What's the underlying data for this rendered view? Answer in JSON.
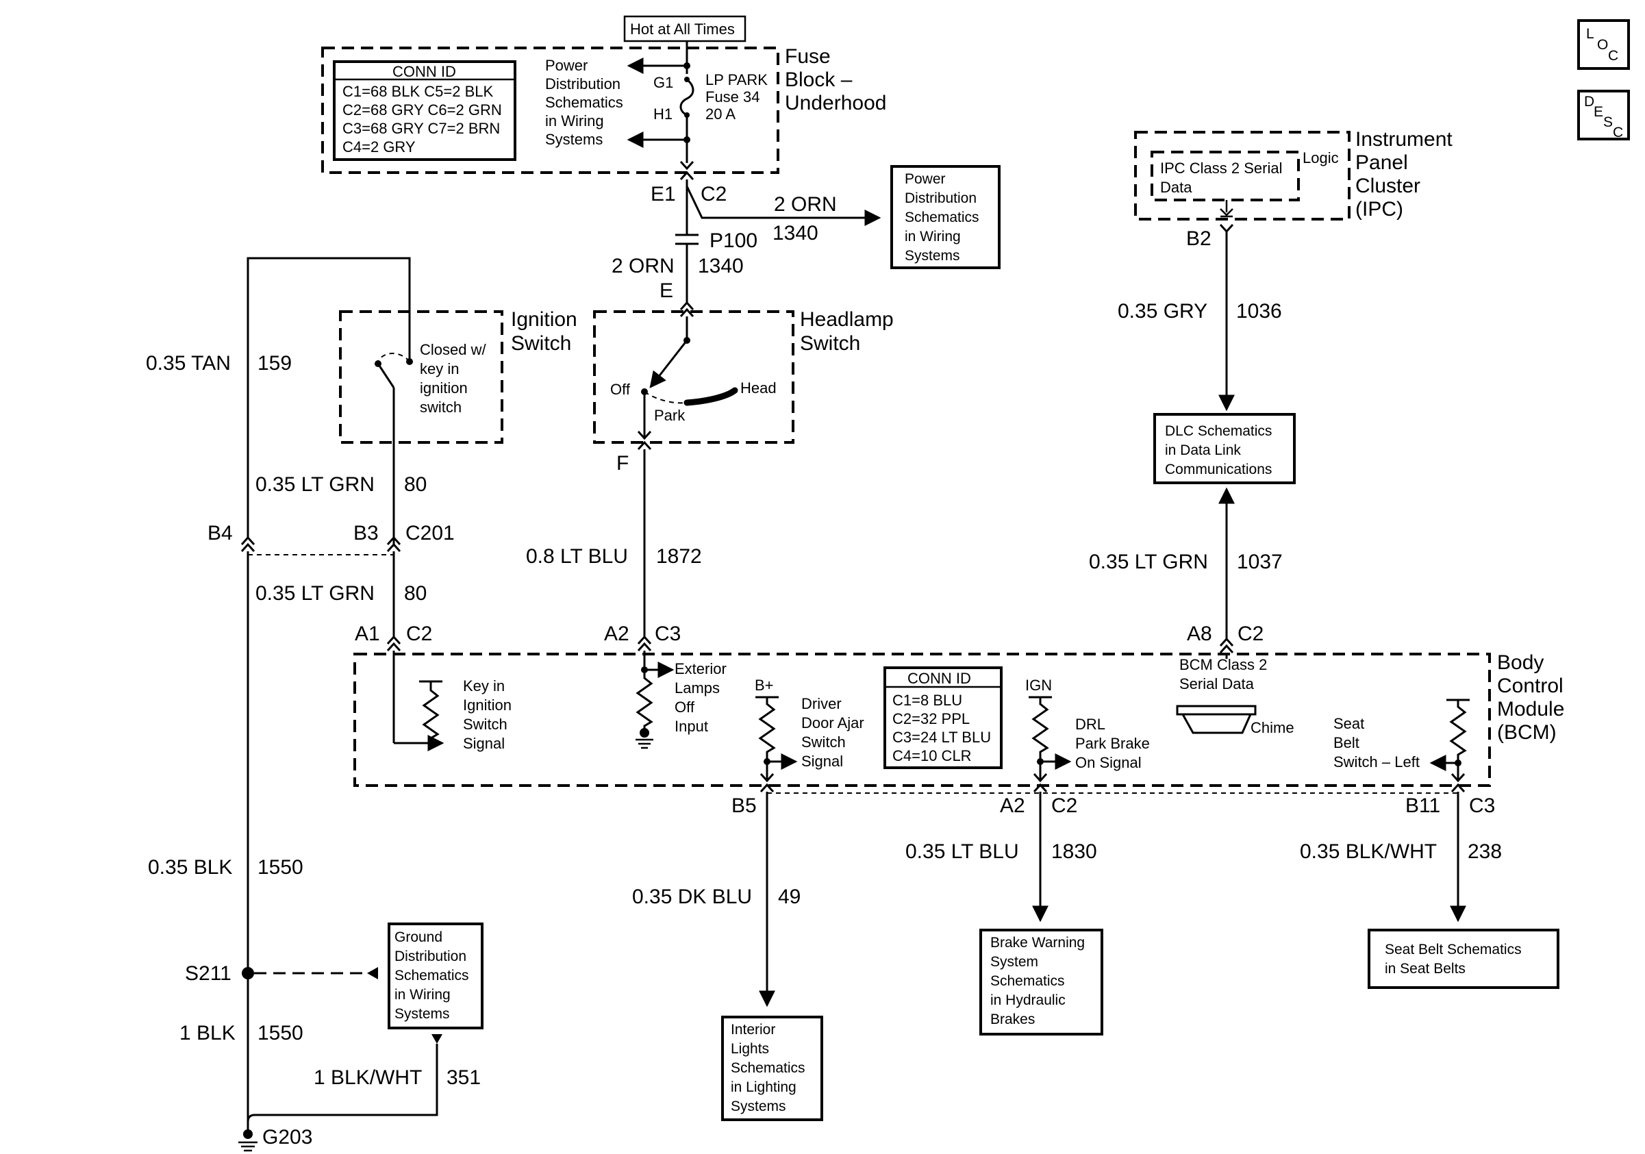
{
  "power": {
    "hot_at_all_times": "Hot at All Times"
  },
  "fuse_block": {
    "title_lines": [
      "Fuse",
      "Block –",
      "Underhood"
    ],
    "conn_id": {
      "header": "CONN ID",
      "rows": [
        "C1=68 BLK   C5=2 BLK",
        "C2=68 GRY  C6=2 GRN",
        "C3=68 GRY  C7=2 BRN",
        "C4=2 GRY"
      ]
    },
    "pds_lines": [
      "Power",
      "Distribution",
      "Schematics",
      "in Wiring",
      "Systems"
    ],
    "terminal_g1": "G1",
    "terminal_h1": "H1",
    "fuse_lines": [
      "LP PARK",
      "Fuse 34",
      "20 A"
    ]
  },
  "connector_e1": "E1",
  "connector_c2_top": "C2",
  "branch_wire": {
    "color": "2 ORN",
    "circuit": "1340"
  },
  "pds_box_right_lines": [
    "Power",
    "Distribution",
    "Schematics",
    "in Wiring",
    "Systems"
  ],
  "p100": "P100",
  "headlamp_feed": {
    "color": "2 ORN",
    "circuit": "1340",
    "pin": "E"
  },
  "ignition_switch": {
    "title_lines": [
      "Ignition",
      "Switch"
    ],
    "note_lines": [
      "Closed w/",
      "key in",
      "ignition",
      "switch"
    ]
  },
  "headlamp_switch": {
    "title_lines": [
      "Headlamp",
      "Switch"
    ],
    "off": "Off",
    "park": "Park",
    "head": "Head",
    "pin_f": "F"
  },
  "wire_tan": {
    "color": "0.35 TAN",
    "circuit": "159"
  },
  "wire_ltgrn_upper": {
    "color": "0.35 LT GRN",
    "circuit": "80"
  },
  "c201": {
    "b4": "B4",
    "b3": "B3",
    "label": "C201"
  },
  "wire_ltgrn_lower": {
    "color": "0.35 LT GRN",
    "circuit": "80"
  },
  "wire_ltblu_1872": {
    "color": "0.8 LT BLU",
    "circuit": "1872"
  },
  "ipc": {
    "title_lines": [
      "Instrument",
      "Panel",
      "Cluster",
      "(IPC)"
    ],
    "logic": "Logic",
    "data_lines": [
      "IPC Class 2 Serial",
      "Data"
    ],
    "pin": "B2"
  },
  "wire_gry": {
    "color": "0.35 GRY",
    "circuit": "1036"
  },
  "dlc_box_lines": [
    "DLC Schematics",
    "in Data Link",
    "Communications"
  ],
  "wire_ltgrn_1037": {
    "color": "0.35 LT GRN",
    "circuit": "1037"
  },
  "bcm": {
    "title_lines": [
      "Body",
      "Control",
      "Module",
      "(BCM)"
    ],
    "pins_top": {
      "a1": "A1",
      "c2a": "C2",
      "a2": "A2",
      "c3a": "C3",
      "a8": "A8",
      "c2b": "C2"
    },
    "key_signal_lines": [
      "Key in",
      "Ignition",
      "Switch",
      "Signal"
    ],
    "exterior_lines": [
      "Exterior",
      "Lamps",
      "Off",
      "Input"
    ],
    "bplus": "B+",
    "door_lines": [
      "Driver",
      "Door Ajar",
      "Switch",
      "Signal"
    ],
    "conn_id": {
      "header": "CONN ID",
      "rows": [
        "C1=8 BLU",
        "C2=32 PPL",
        "C3=24 LT BLU",
        "C4=10 CLR"
      ]
    },
    "ign": "IGN",
    "drl_lines": [
      "DRL",
      "Park Brake",
      "On Signal"
    ],
    "serial_lines": [
      "BCM Class 2",
      "Serial Data"
    ],
    "chime": "Chime",
    "seat_lines": [
      "Seat",
      "Belt",
      "Switch – Left"
    ],
    "pins_bottom": {
      "b5": "B5",
      "a2": "A2",
      "c2": "C2",
      "b11": "B11",
      "c3": "C3"
    }
  },
  "wire_blk_upper": {
    "color": "0.35 BLK",
    "circuit": "1550"
  },
  "wire_dkblu": {
    "color": "0.35 DK BLU",
    "circuit": "49"
  },
  "wire_ltblu_1830": {
    "color": "0.35 LT BLU",
    "circuit": "1830"
  },
  "wire_blkwht_238": {
    "color": "0.35 BLK/WHT",
    "circuit": "238"
  },
  "s211": "S211",
  "ground_box_lines": [
    "Ground",
    "Distribution",
    "Schematics",
    "in Wiring",
    "Systems"
  ],
  "wire_blk_lower": {
    "color": "1 BLK",
    "circuit": "1550"
  },
  "wire_blkwht_351": {
    "color": "1 BLK/WHT",
    "circuit": "351"
  },
  "g203": "G203",
  "interior_box_lines": [
    "Interior",
    "Lights",
    "Schematics",
    "in Lighting",
    "Systems"
  ],
  "brake_box_lines": [
    "Brake Warning",
    "System",
    "Schematics",
    "in Hydraulic",
    "Brakes"
  ],
  "seatbelt_box_lines": [
    "Seat Belt Schematics",
    "in Seat Belts"
  ],
  "corner_icons": {
    "loc": [
      "L",
      "O",
      "C"
    ],
    "desc": [
      "D",
      "E",
      "S",
      "C"
    ]
  }
}
